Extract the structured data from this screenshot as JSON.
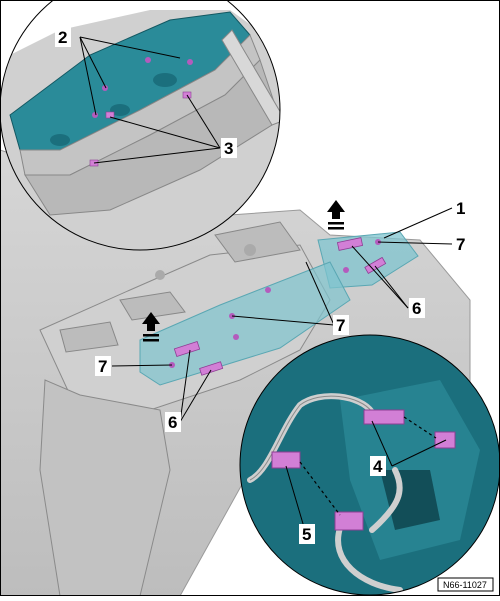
{
  "figure": {
    "callouts": {
      "c1": "1",
      "c2": "2",
      "c3": "3",
      "c4": "4",
      "c5": "5",
      "c6a": "6",
      "c6b": "6",
      "c7a": "7",
      "c7b": "7",
      "c7c": "7"
    },
    "reference_code": "N66-11027"
  },
  "colors": {
    "body_gray": "#c9c9c9",
    "teal_panel": "#7fc4cf",
    "detail_teal": "#1b6f7d",
    "foam_pad": "#d27fd6",
    "outline": "#000000"
  }
}
